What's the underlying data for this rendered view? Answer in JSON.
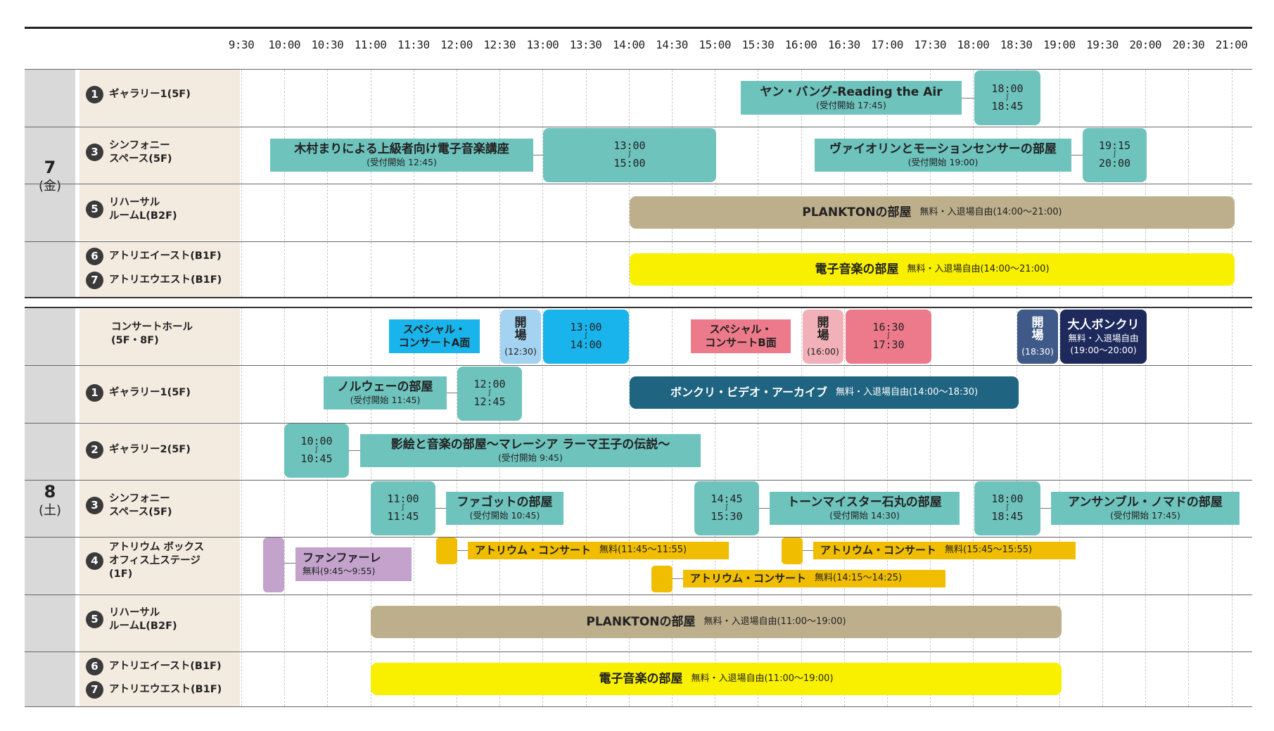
{
  "time_labels": [
    "9:30",
    "10:00",
    "10:30",
    "11:00",
    "11:30",
    "12:00",
    "12:30",
    "13:00",
    "13:30",
    "14:00",
    "14:30",
    "15:00",
    "15:30",
    "16:00",
    "16:30",
    "17:00",
    "17:30",
    "18:00",
    "18:30",
    "19:00",
    "19:30",
    "20:00",
    "20:30",
    "21:00"
  ],
  "days": [
    {
      "date": "7",
      "weekday": "(金)"
    },
    {
      "date": "8",
      "weekday": "(土)"
    }
  ],
  "venues": {
    "gallery1": {
      "num": "1",
      "name": "ギャラリー1(5F)"
    },
    "gallery2": {
      "num": "2",
      "name": "ギャラリー2(5F)"
    },
    "symphony": {
      "num": "3",
      "line1": "シンフォニー",
      "line2": "スペース(5F)"
    },
    "atrium": {
      "num": "4",
      "line1": "アトリウム ボックス",
      "line2": "オフィス上ステージ",
      "line3": "(1F)"
    },
    "rehearsal": {
      "num": "5",
      "line1": "リハーサル",
      "line2": "ルームL(B2F)"
    },
    "atelier_east": {
      "num": "6",
      "name": "アトリエイースト(B1F)"
    },
    "atelier_west": {
      "num": "7",
      "name": "アトリエウエスト(B1F)"
    },
    "concert_hall": {
      "line1": "コンサートホール",
      "line2": "(5F・8F)"
    }
  },
  "tilde": "∫",
  "fri": {
    "yang": {
      "title": "ヤン・バング-Reading the Air",
      "sub": "(受付開始 17:45)",
      "start": "18:00",
      "end": "18:45"
    },
    "kimura": {
      "title": "木村まりによる上級者向け電子音楽講座",
      "sub": "(受付開始 12:45)",
      "start": "13:00",
      "end": "15:00"
    },
    "violin": {
      "title": "ヴァイオリンとモーションセンサーの部屋",
      "sub": "(受付開始 19:00)",
      "start": "19:15",
      "end": "20:00"
    },
    "plankton": {
      "title": "PLANKTONの部屋",
      "sub": "無料・入退場自由(14:00〜21:00)"
    },
    "denshi": {
      "title": "電子音楽の部屋",
      "sub": "無料・入退場自由(14:00〜21:00)"
    }
  },
  "sat": {
    "special_a": {
      "line1": "スペシャル・",
      "line2": "コンサートA面",
      "open1": "開",
      "open2": "場",
      "open_time": "(12:30)",
      "start": "13:00",
      "end": "14:00"
    },
    "special_b": {
      "line1": "スペシャル・",
      "line2": "コンサートB面",
      "open1": "開",
      "open2": "場",
      "open_time": "(16:00)",
      "start": "16:30",
      "end": "17:30"
    },
    "otona": {
      "open1": "開",
      "open2": "場",
      "open_time": "(18:30)",
      "title": "大人ボンクリ",
      "sub1": "無料・入退場自由",
      "sub2": "(19:00〜20:00)"
    },
    "norway": {
      "title": "ノルウェーの部屋",
      "sub": "(受付開始 11:45)",
      "start": "12:00",
      "end": "12:45"
    },
    "video": {
      "title": "ボンクリ・ビデオ・アーカイブ",
      "sub": "無料・入退場自由(14:00〜18:30)"
    },
    "kage": {
      "title": "影絵と音楽の部屋〜マレーシア ラーマ王子の伝説〜",
      "sub": "(受付開始 9:45)",
      "start": "10:00",
      "end": "10:45"
    },
    "fagotto": {
      "title": "ファゴットの部屋",
      "sub": "(受付開始 10:45)",
      "start": "11:00",
      "end": "11:45"
    },
    "tone": {
      "title": "トーンマイスター石丸の部屋",
      "sub": "(受付開始 14:30)",
      "start": "14:45",
      "end": "15:30"
    },
    "ensemble": {
      "title": "アンサンブル・ノマドの部屋",
      "sub": "(受付開始 17:45)",
      "start": "18:00",
      "end": "18:45"
    },
    "fanfare": {
      "title": "ファンファーレ",
      "sub": "無料(9:45〜9:55)"
    },
    "atrium1": {
      "title": "アトリウム・コンサート",
      "sub": "無料(11:45〜11:55)"
    },
    "atrium2": {
      "title": "アトリウム・コンサート",
      "sub": "無料(15:45〜15:55)"
    },
    "atrium3": {
      "title": "アトリウム・コンサート",
      "sub": "無料(14:15〜14:25)"
    },
    "plankton": {
      "title": "PLANKTONの部屋",
      "sub": "無料・入退場自由(11:00〜19:00)"
    },
    "denshi": {
      "title": "電子音楽の部屋",
      "sub": "無料・入退場自由(11:00〜19:00)"
    }
  }
}
